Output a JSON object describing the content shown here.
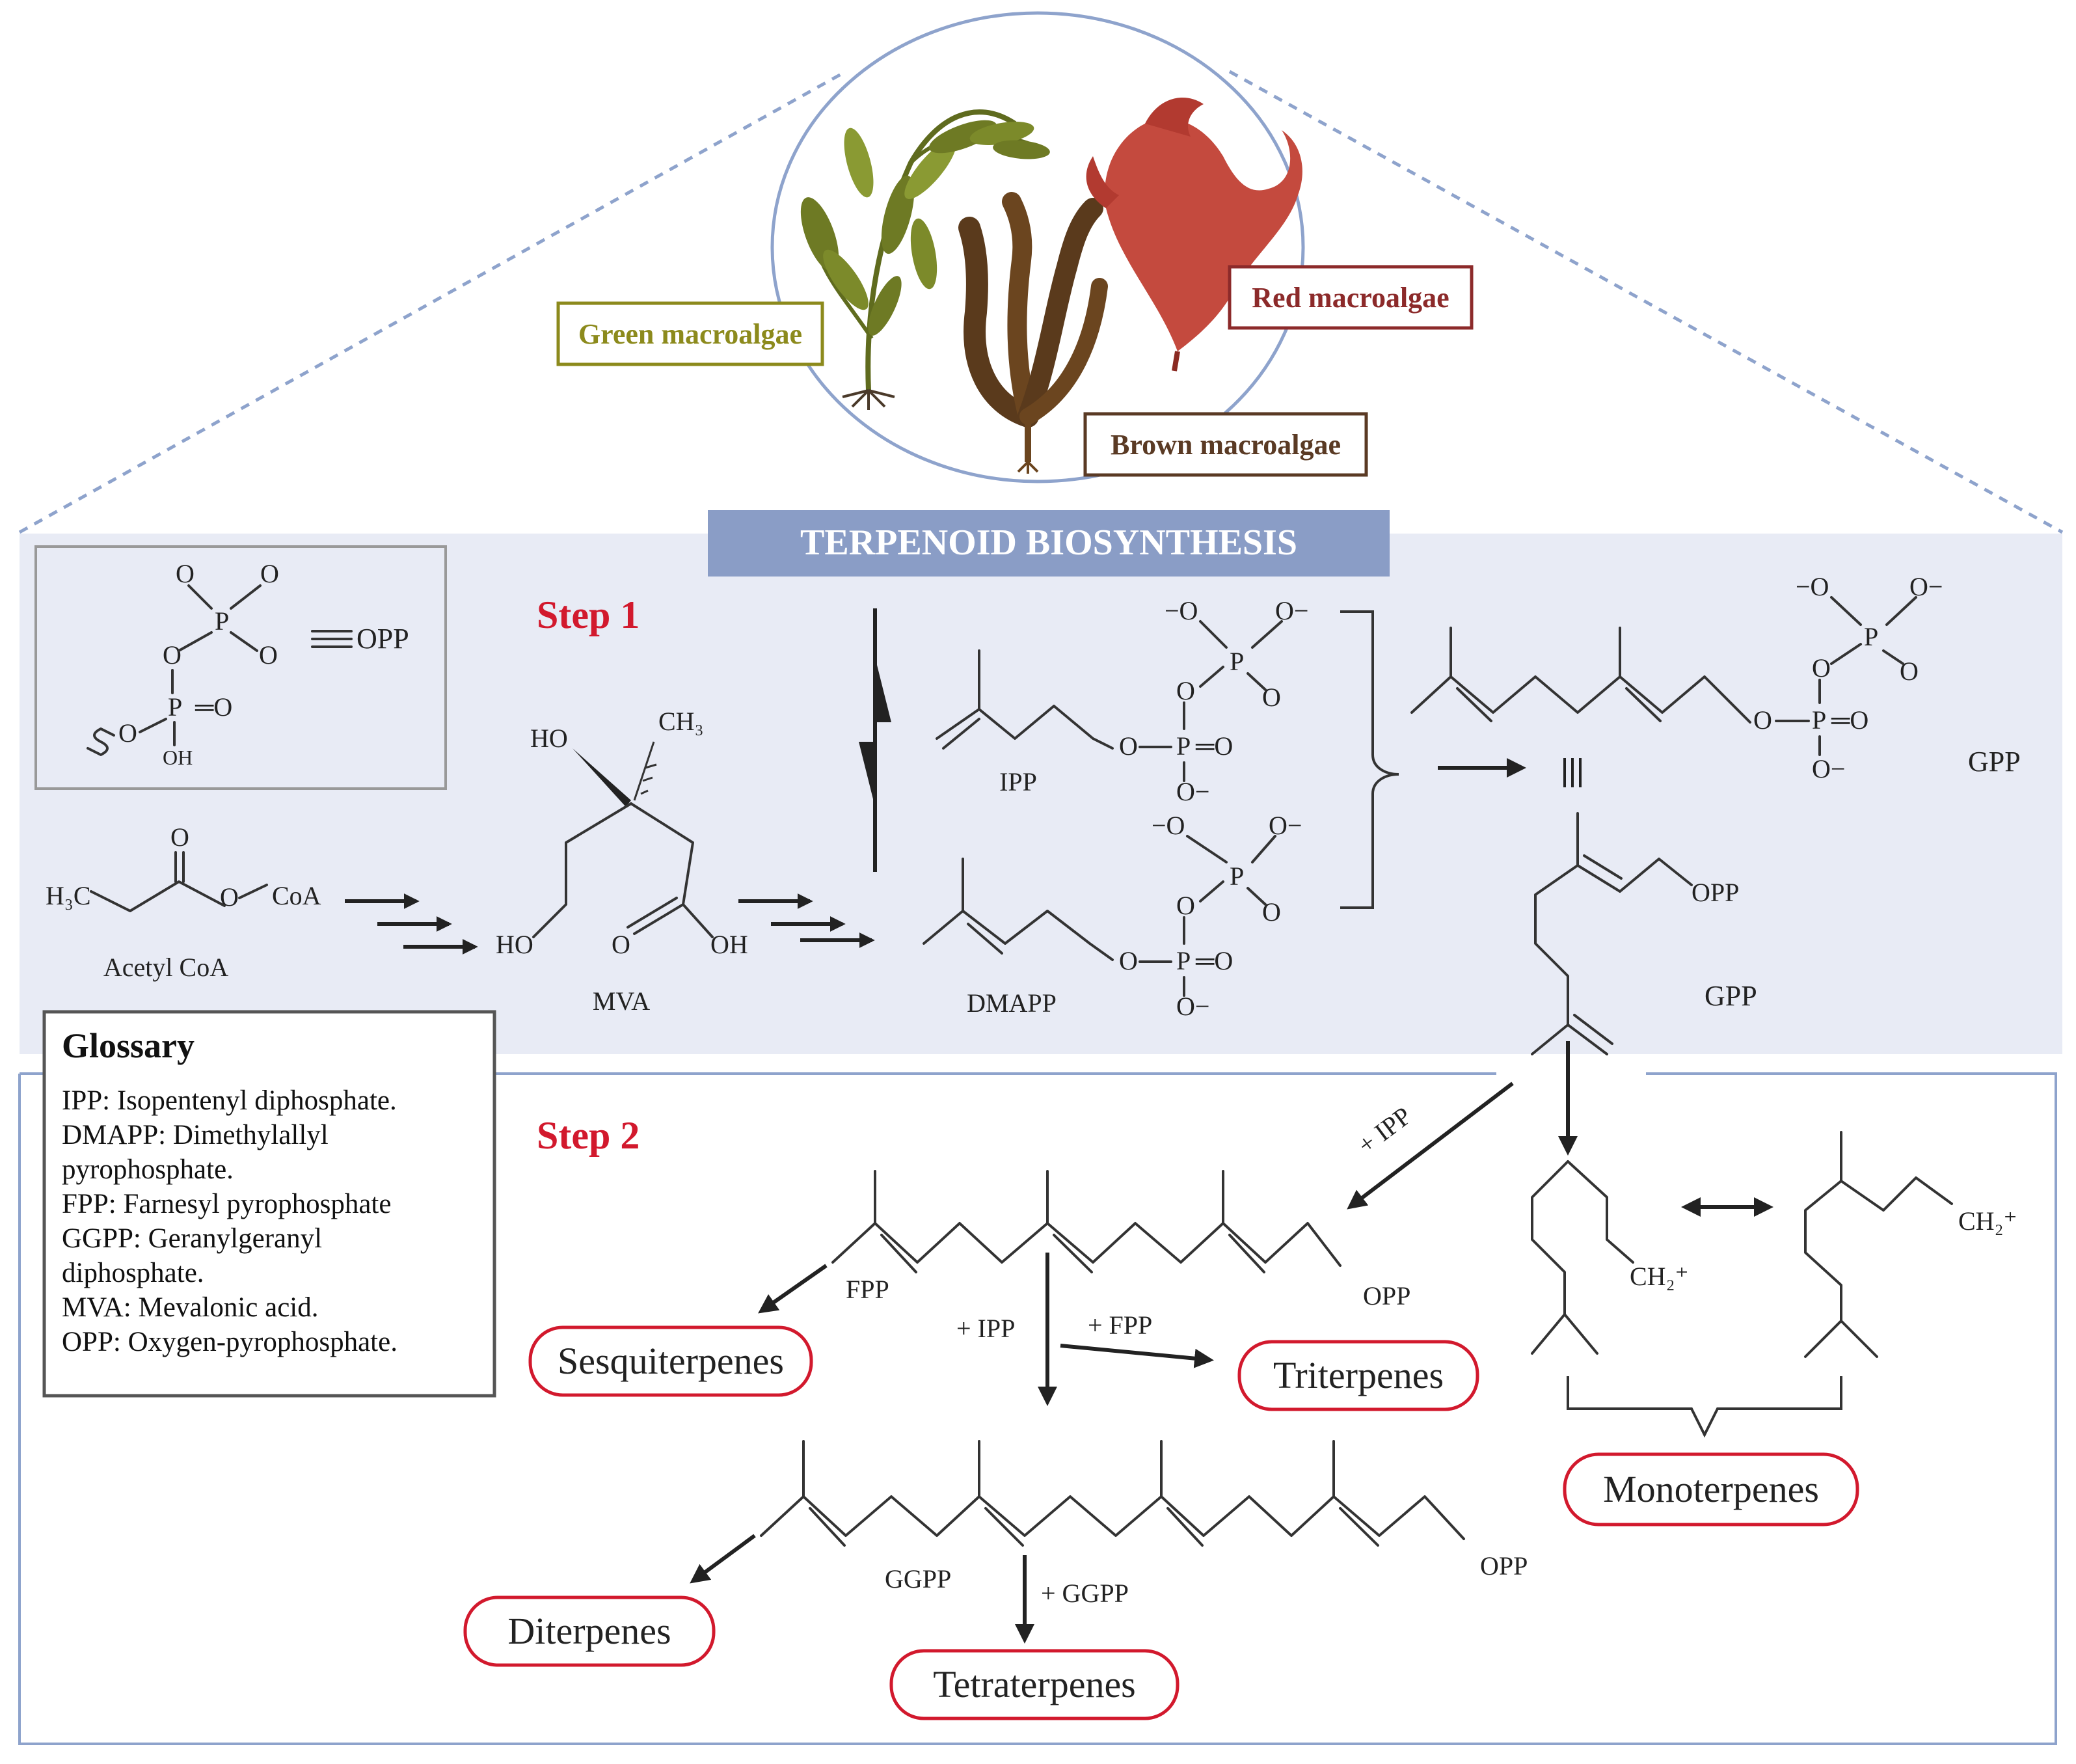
{
  "header": {
    "title": "TERPENOID BIOSYNTHESIS",
    "algae": {
      "green": "Green macroalgae",
      "red": "Red macroalgae",
      "brown": "Brown macroalgae"
    }
  },
  "steps": {
    "step1": "Step 1",
    "step2": "Step 2"
  },
  "opp_legend": {
    "equiv": "OPP"
  },
  "molecules": {
    "acetyl_coa": "Acetyl CoA",
    "coa": "CoA",
    "h3c": "H₃C",
    "o": "O",
    "mva": "MVA",
    "ho": "HO",
    "oh": "OH",
    "ch3": "CH₃",
    "ipp": "IPP",
    "dmapp": "DMAPP",
    "gpp": "GPP",
    "opp": "OPP",
    "fpp": "FPP",
    "ggpp": "GGPP",
    "ch2plus": "CH₂⁺"
  },
  "reactions": {
    "plus_ipp": "+ IPP",
    "plus_fpp": "+ FPP",
    "plus_ggpp": "+ GGPP"
  },
  "products": {
    "sesquiterpenes": "Sesquiterpenes",
    "triterpenes": "Triterpenes",
    "monoterpenes": "Monoterpenes",
    "diterpenes": "Diterpenes",
    "tetraterpenes": "Tetraterpenes"
  },
  "glossary": {
    "title": "Glossary",
    "lines": [
      "IPP: Isopentenyl diphosphate.",
      "DMAPP: Dimethylallyl",
      "pyrophosphate.",
      "FPP: Farnesyl pyrophosphate",
      "GGPP: Geranylgeranyl",
      "diphosphate.",
      "MVA: Mevalonic acid.",
      "OPP: Oxygen-pyrophosphate."
    ]
  },
  "colors": {
    "panel": "#e8ebf5",
    "banner": "#8a9dc6",
    "accent_red": "#d2192d",
    "green_label": "#8c8a1c",
    "red_label": "#8c2a2a",
    "brown_label": "#5a3a24",
    "outline_blue": "#8ea3cc"
  }
}
